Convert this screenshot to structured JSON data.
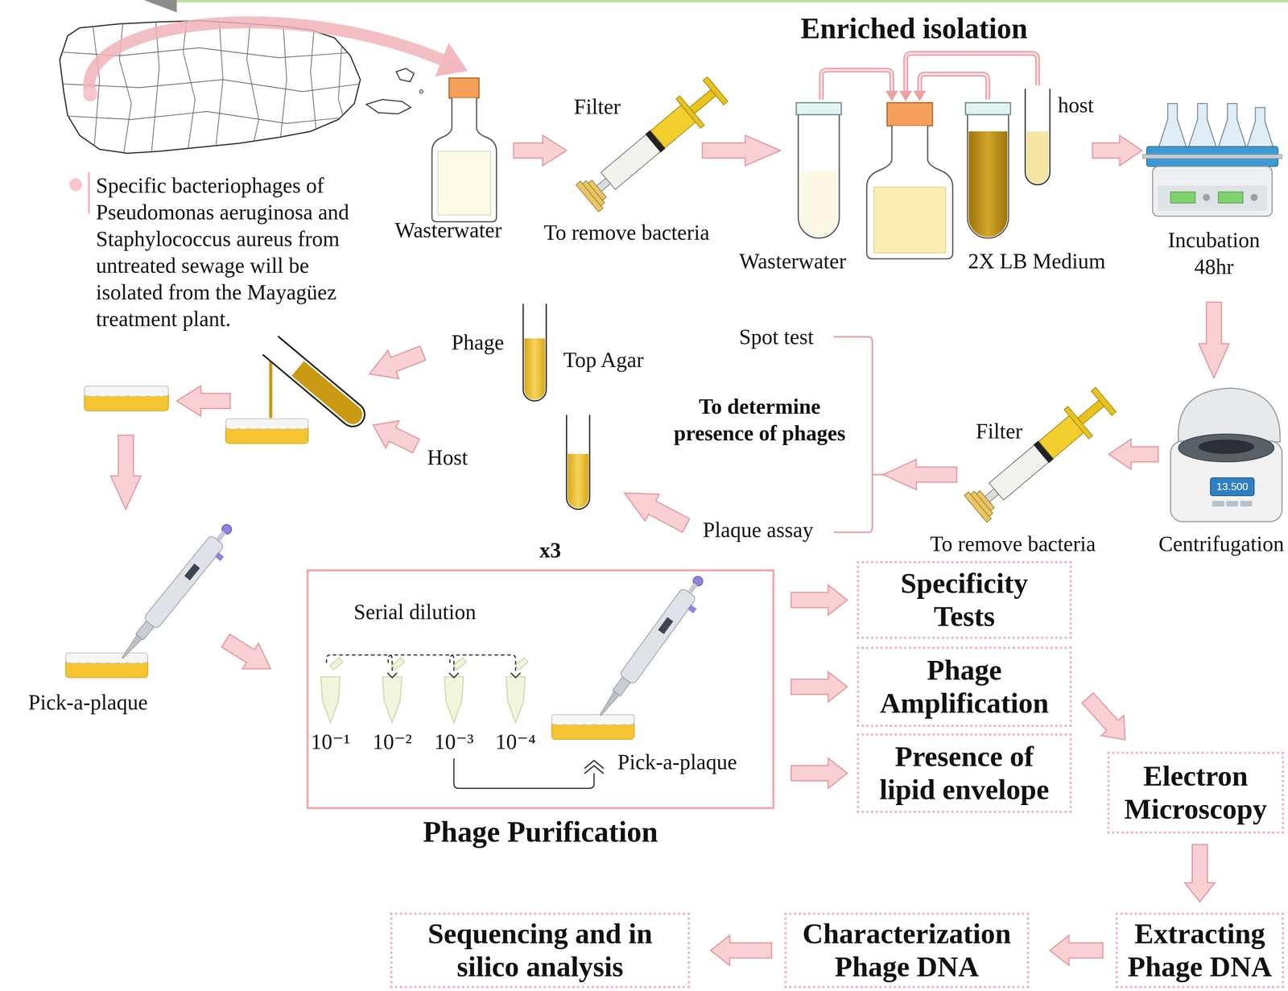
{
  "diagram": {
    "nodes": [
      {
        "text": [
          "Phage Purification"
        ]
      },
      {
        "text": [
          "Specificity Tests"
        ]
      },
      {
        "text": [
          "Phage Amplification"
        ]
      },
      {
        "text": [
          "Presence of lipid envelope"
        ]
      },
      {
        "text": [
          "Electron Microscopy"
        ]
      },
      {
        "text": [
          "Extracting Phage DNA"
        ]
      },
      {
        "text": [
          "Characterization Phage DNA"
        ]
      },
      {
        "text": [
          "Sequencing and in silico analysis"
        ]
      }
    ],
    "edges": [
      {
        "from": 0,
        "to": 1,
        "arrow": "to"
      },
      {
        "from": 0,
        "to": 2,
        "arrow": "to"
      },
      {
        "from": 0,
        "to": 3,
        "arrow": "to"
      },
      {
        "from": 2,
        "to": 4,
        "arrow": "to"
      },
      {
        "from": 4,
        "to": 5,
        "arrow": "to"
      },
      {
        "from": 5,
        "to": 6,
        "arrow": "to"
      },
      {
        "from": 6,
        "to": 7,
        "arrow": "to"
      }
    ],
    "labels": [
      "Specific bacteriophages of Pseudomonas aeruginosa and Staphylococcus aureus from untreated sewage will be isolated from the Mayagüez treatment plant.",
      "Wasterwater",
      "Filter",
      "To remove bacteria",
      "Enriched isolation",
      "Wasterwater",
      "2X LB Medium",
      "host",
      "Incubation 48hr",
      "Centrifugation",
      "13.500",
      "Filter",
      "To remove bacteria",
      "Spot test",
      "To determine presence of phages",
      "Plaque assay",
      "Phage",
      "Top Agar",
      "Host",
      "x3",
      "Pick-a-plaque",
      "Serial dilution",
      "10⁻¹",
      "10⁻²",
      "10⁻³",
      "10⁻⁴",
      "Pick-a-plaque"
    ]
  }
}
